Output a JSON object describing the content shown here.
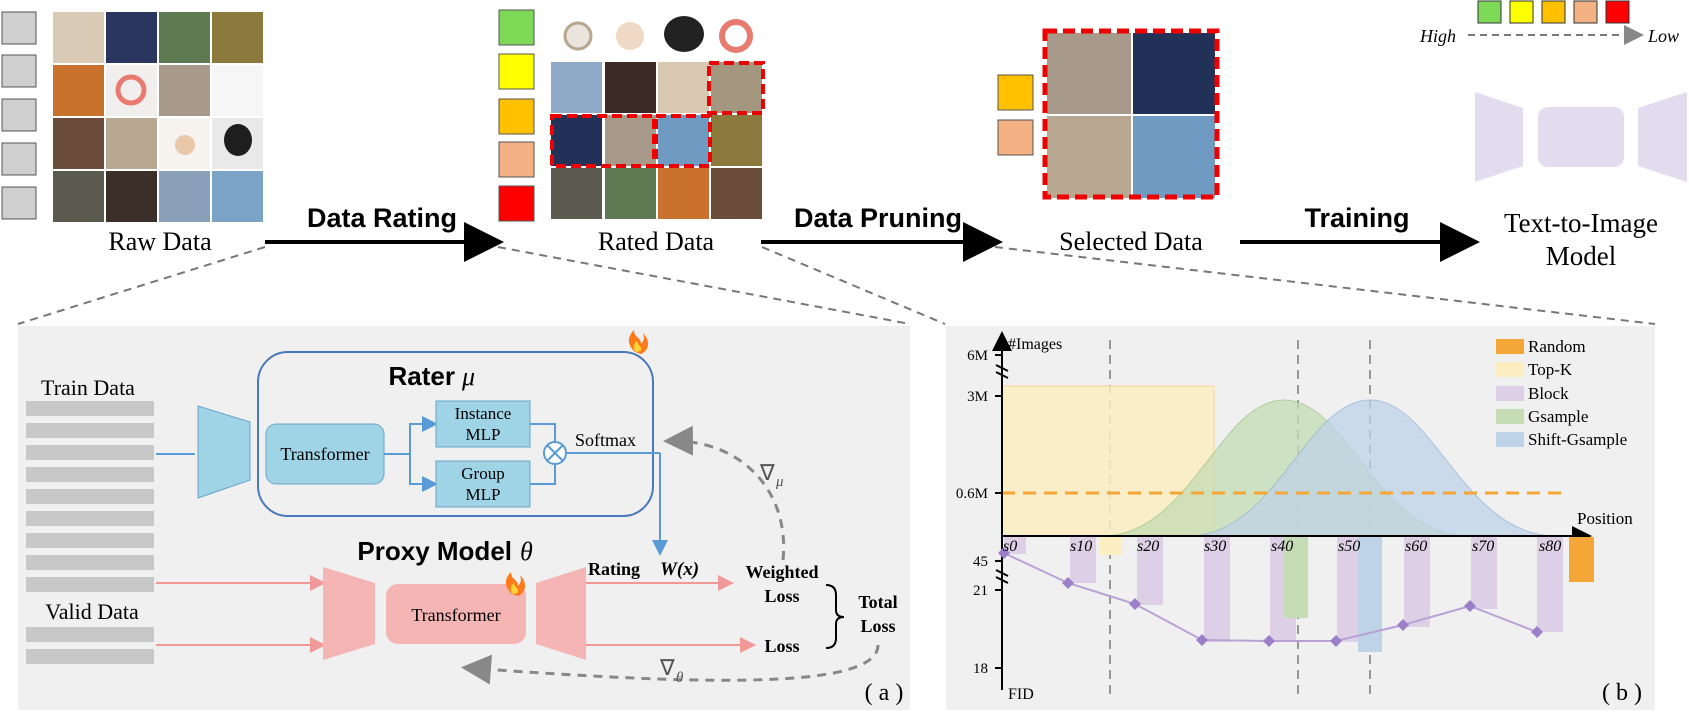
{
  "pipeline": {
    "raw_data": "Raw Data",
    "data_rating": "Data Rating",
    "rated_data": "Rated Data",
    "data_pruning": "Data Pruning",
    "selected_data": "Selected Data",
    "training": "Training",
    "model_line1": "Text-to-Image",
    "model_line2": "Model",
    "scale_high": "High",
    "scale_low": "Low",
    "rating_colors": [
      "#7ed957",
      "#ffff00",
      "#ffc000",
      "#f4b183",
      "#ff0000"
    ]
  },
  "panel_a": {
    "train_data": "Train Data",
    "valid_data": "Valid Data",
    "rater_title": "Rater",
    "rater_symbol": "μ",
    "transformer": "Transformer",
    "instance_mlp_1": "Instance",
    "instance_mlp_2": "MLP",
    "group_mlp_1": "Group",
    "group_mlp_2": "MLP",
    "softmax": "Softmax",
    "grad_mu": "∇",
    "grad_mu_sub": "μ",
    "proxy_title": "Proxy Model",
    "proxy_symbol": "θ",
    "proxy_transformer": "Transformer",
    "rating": "Rating",
    "rating_fn": "W(x)",
    "weighted_loss_1": "Weighted",
    "weighted_loss_2": "Loss",
    "loss": "Loss",
    "total_loss_1": "Total",
    "total_loss_2": "Loss",
    "grad_theta": "∇",
    "grad_theta_sub": "θ",
    "label": "( a )"
  },
  "panel_b": {
    "label": "( b )",
    "ylabel_top": "#Images",
    "ylabel_bottom": "FID",
    "xlabel": "Position",
    "yticks_top": [
      "6M",
      "3M",
      "0.6M"
    ],
    "yticks_bottom": [
      "45",
      "21",
      "18"
    ],
    "xticks": [
      "s0",
      "s10",
      "s20",
      "s30",
      "s40",
      "s50",
      "s60",
      "s70",
      "s80"
    ],
    "legend": [
      {
        "name": "Random",
        "color": "#f4a736"
      },
      {
        "name": "Top-K",
        "color": "#fbeec1"
      },
      {
        "name": "Block",
        "color": "#ddd0e6"
      },
      {
        "name": "Gsample",
        "color": "#c5dcb5"
      },
      {
        "name": "Shift-Gsample",
        "color": "#bfd3e8"
      }
    ]
  }
}
